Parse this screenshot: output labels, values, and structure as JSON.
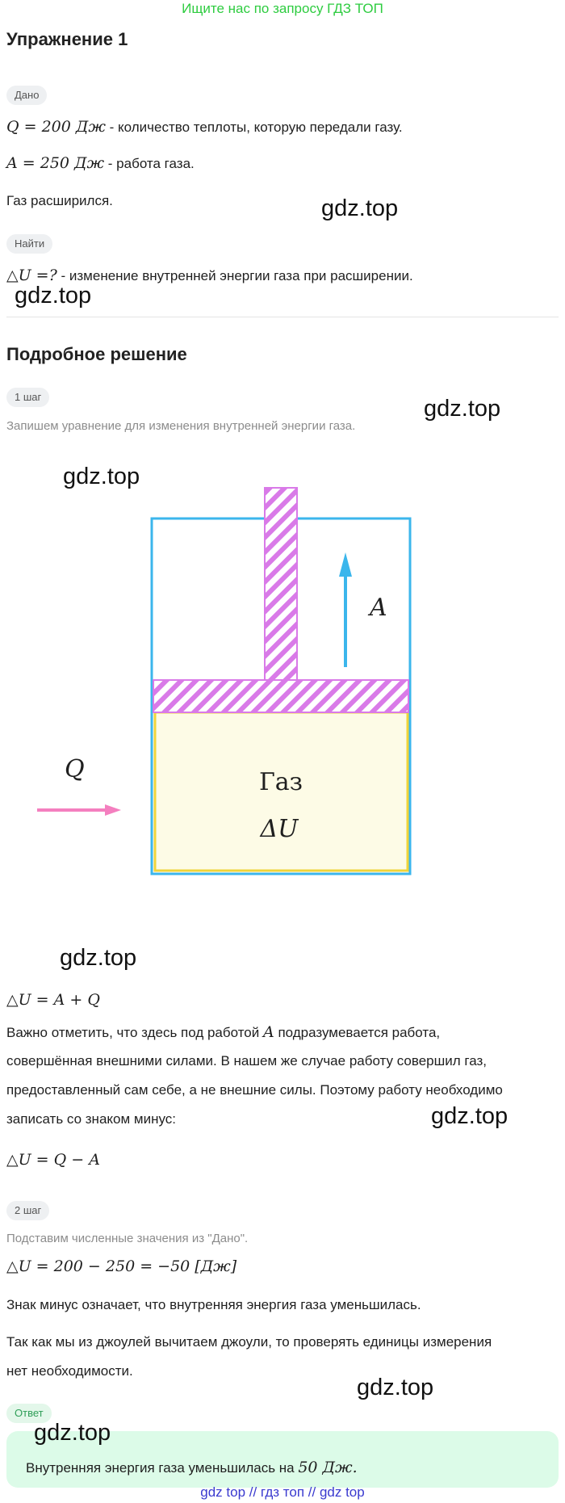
{
  "header": {
    "top_link": "Ищите нас по запросу ГДЗ ТОП"
  },
  "exercise": {
    "title": "Упражнение 1"
  },
  "given": {
    "tag": "Дано",
    "line1_math": "Q = 200 Дж",
    "line1_text": " - количество теплоты, которую передали газу.",
    "line2_math": "A = 250 Дж",
    "line2_text": " - работа газа.",
    "line3_text": "Газ расширился."
  },
  "find": {
    "tag": "Найти",
    "line_math": "△U =?",
    "line_text": " - изменение внутренней энергии газа при расширении."
  },
  "solution": {
    "title": "Подробное решение",
    "step1": {
      "tag": "1 шаг",
      "intro": "Запишем уравнение для изменения внутренней энергии газа.",
      "eq1": "△U = A + Q",
      "p1_a": "Важно отметить, что здесь под работой ",
      "p1_var": "A",
      "p1_b": " подразумевается работа,",
      "p2": "совершённая внешними силами. В нашем же случае работу совершил газ,",
      "p3": "предоставленный сам себе, а не внешние силы. Поэтому работу необходимо",
      "p4": "записать со знаком минус:",
      "eq2": "△U = Q − A"
    },
    "step2": {
      "tag": "2 шаг",
      "intro": "Подставим численные значения из \"Дано\".",
      "eq": "△U = 200 − 250 = −50  [Дж]",
      "p1": "Знак минус означает, что внутренняя энергия газа уменьшилась.",
      "p2": "Так как мы из джоулей вычитаем джоули, то проверять единицы измерения",
      "p3": "нет необходимости."
    }
  },
  "answer": {
    "tag": "Ответ",
    "text_a": "Внутренняя энергия газа уменьшилась на ",
    "text_math": "50 Дж."
  },
  "diagram": {
    "label_work": "A",
    "label_heat": "Q",
    "label_gas": "Газ",
    "label_energy": "ΔU",
    "colors": {
      "cylinder": "#3bb6ec",
      "piston": "#d97ae8",
      "gas_fill": "#fdfbe6",
      "gas_border": "#f0d43a",
      "arrow_work": "#3bb6ec",
      "arrow_heat": "#f47fbf"
    }
  },
  "watermarks": [
    "gdz.top",
    "gdz.top",
    "gdz.top",
    "gdz.top",
    "gdz.top",
    "gdz.top",
    "gdz.top",
    "gdz.top"
  ],
  "footer": {
    "text": "gdz top  //  гдз топ  //  gdz top"
  }
}
